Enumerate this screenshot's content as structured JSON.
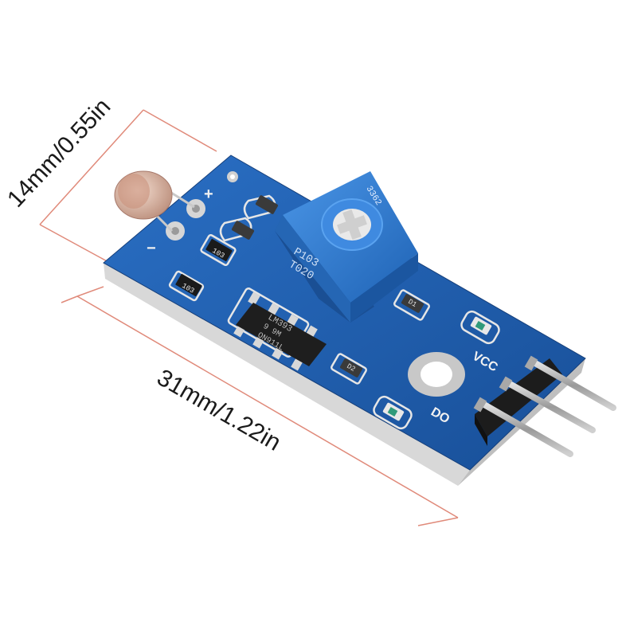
{
  "dimensions": {
    "width_label": "14mm/0.55in",
    "length_label": "31mm/1.22in"
  },
  "silkscreen": {
    "plus": "+",
    "minus": "−",
    "vcc": "VCC",
    "do": "DO"
  },
  "components": {
    "resistor_1": "103",
    "resistor_2": "103",
    "ic_line1": "LM393",
    "ic_line2": "9 9M",
    "ic_line3": "ON911L",
    "pot_line1": "3362",
    "pot_line2": "P103",
    "pot_line3": "T020",
    "smd_d1": "D1",
    "smd_d2": "D2"
  },
  "colors": {
    "pcb": "#1f5fb0",
    "pcb_edge": "#d8d8d8",
    "dimension_line": "#e08a7a",
    "pot_body": "#2e7fd4",
    "header": "#1c1c1c",
    "pins": "#b0b0b0"
  },
  "icons": [
    "photoresistor-icon",
    "potentiometer-icon",
    "ic-chip-icon",
    "led-icon",
    "header-pins-icon",
    "mounting-hole-icon"
  ]
}
